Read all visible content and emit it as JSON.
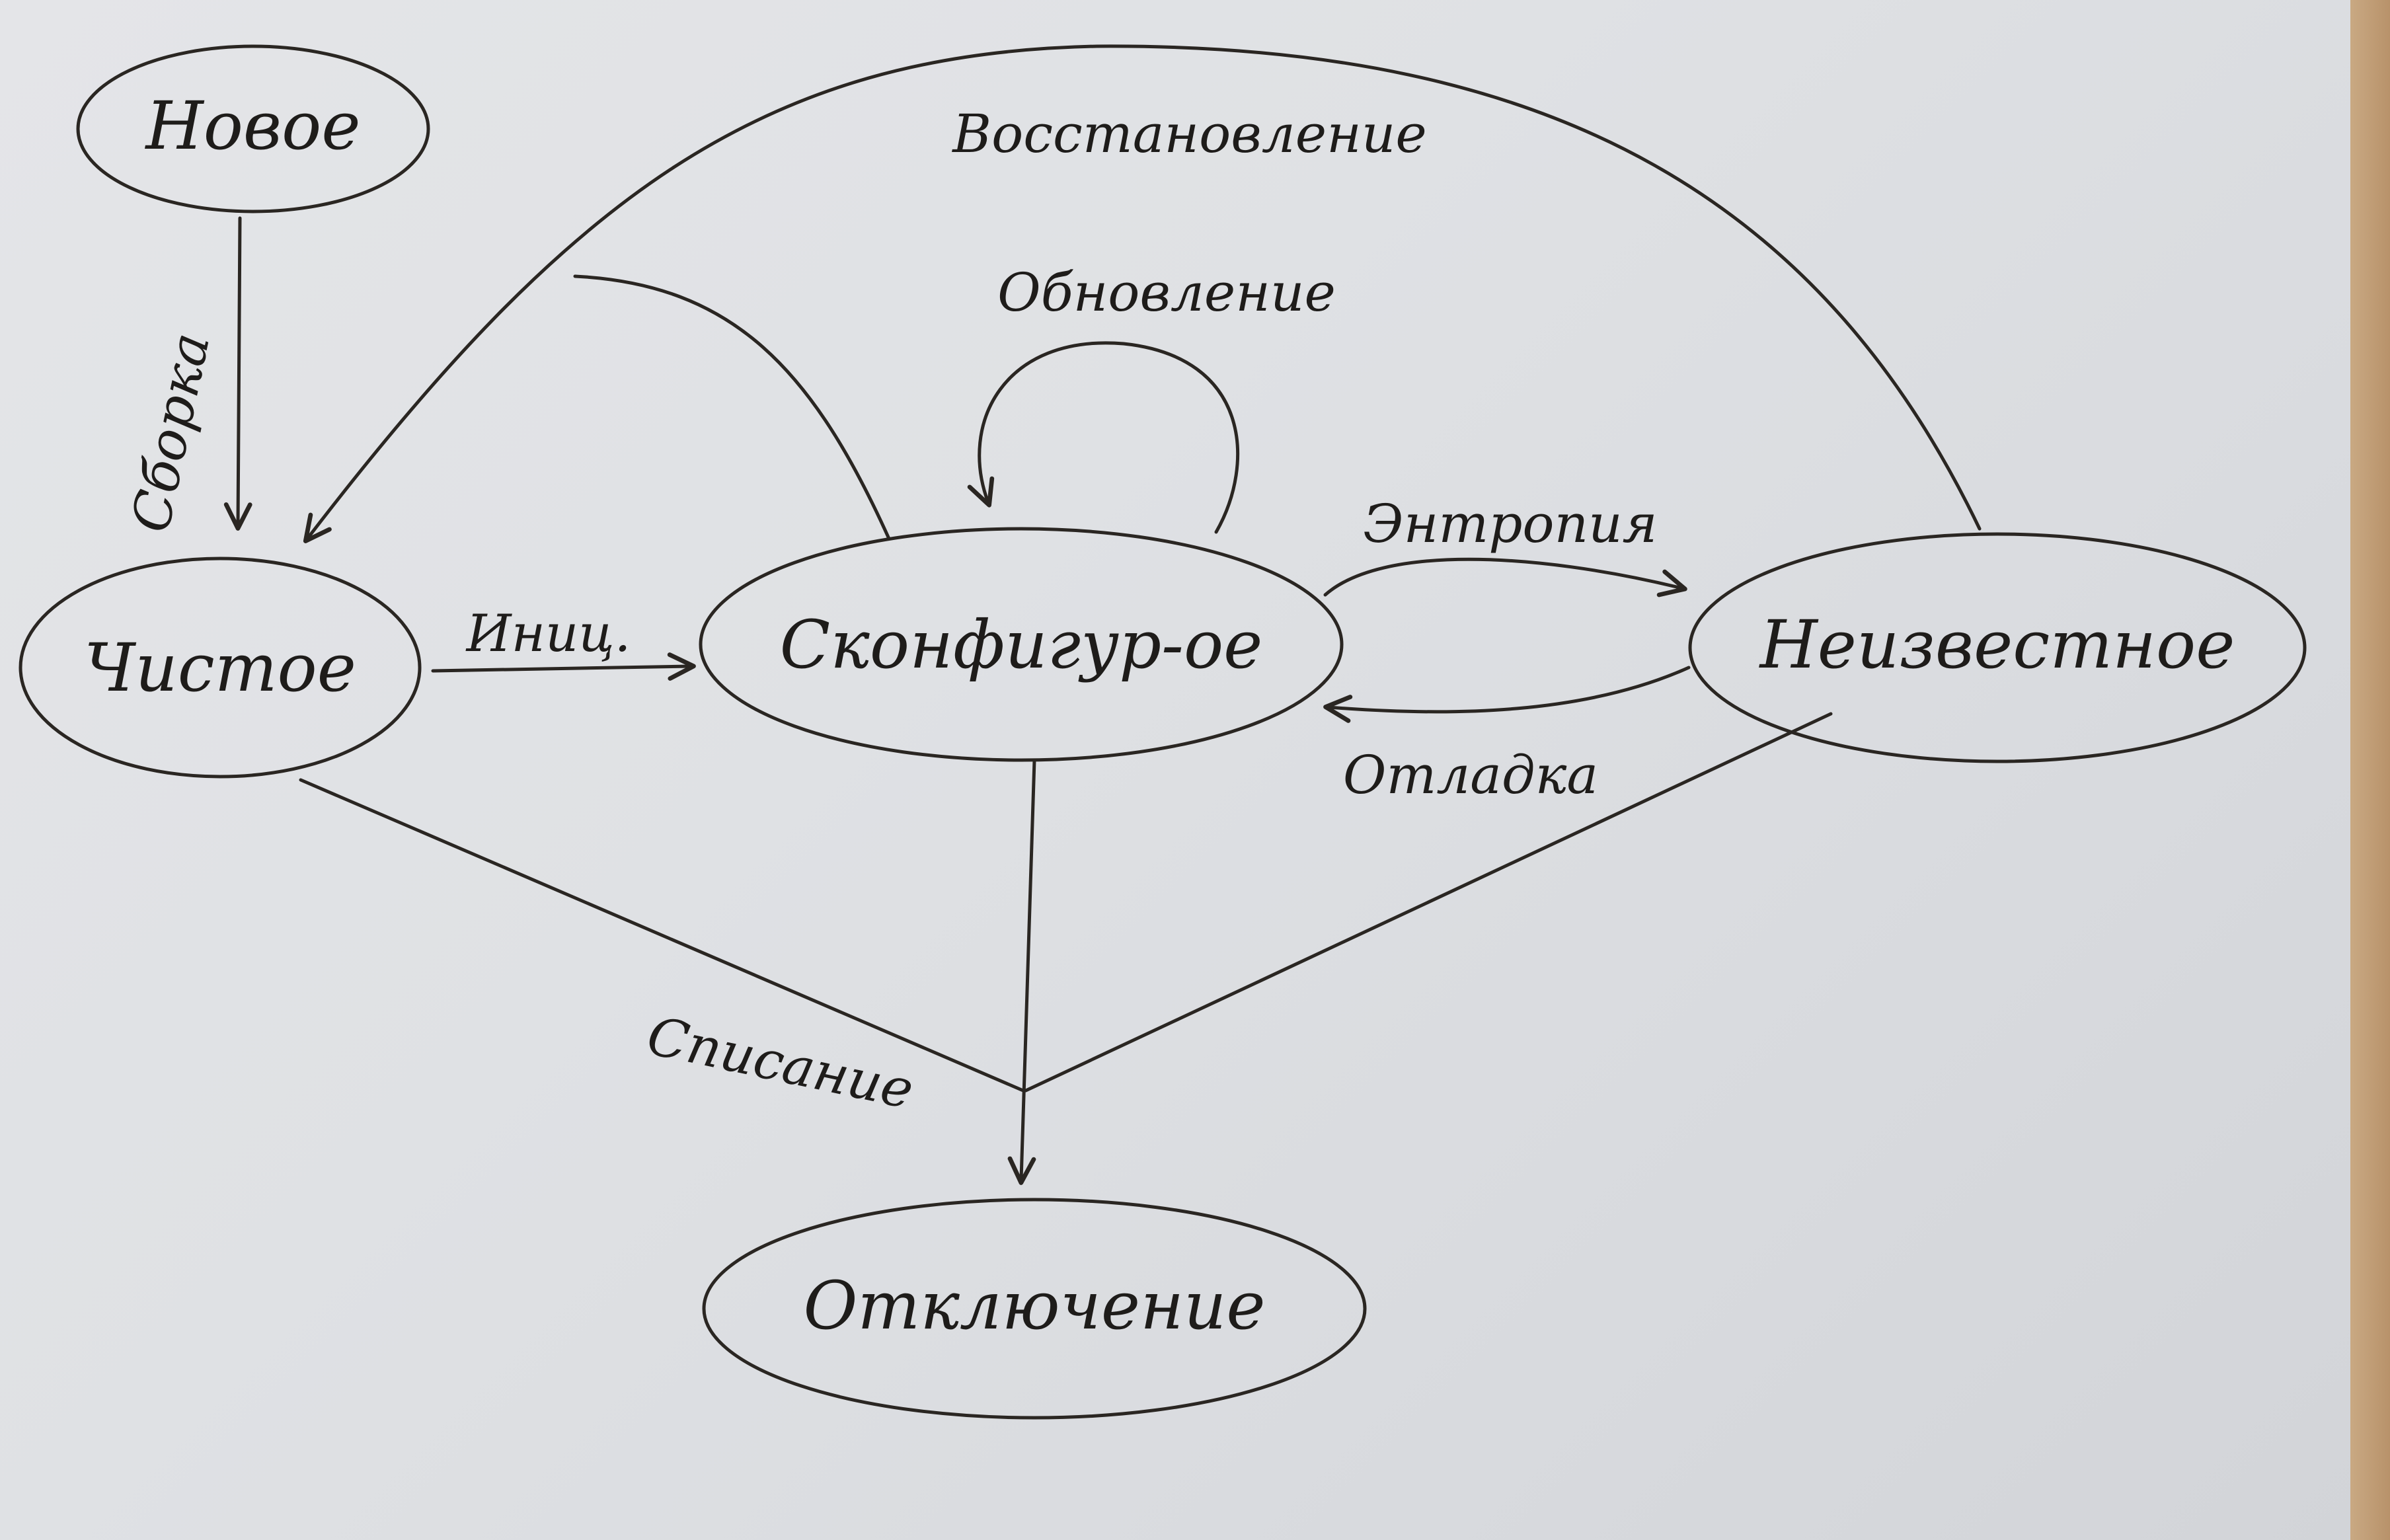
{
  "nodes": {
    "novoe": "Новое",
    "chistoe": "Чистое",
    "sconfigured": "Сконфигур-ое",
    "unknown": "Неизвестное",
    "disabled": "Отключение"
  },
  "edges": {
    "assembly": "Сборка",
    "init": "Иниц.",
    "update": "Обновление",
    "restore": "Восстановление",
    "entropy": "Энтропия",
    "debug": "Отладка",
    "write_off": "Списание"
  },
  "colors": {
    "ink": "#2a2622",
    "paper": "#e0e2e5"
  }
}
